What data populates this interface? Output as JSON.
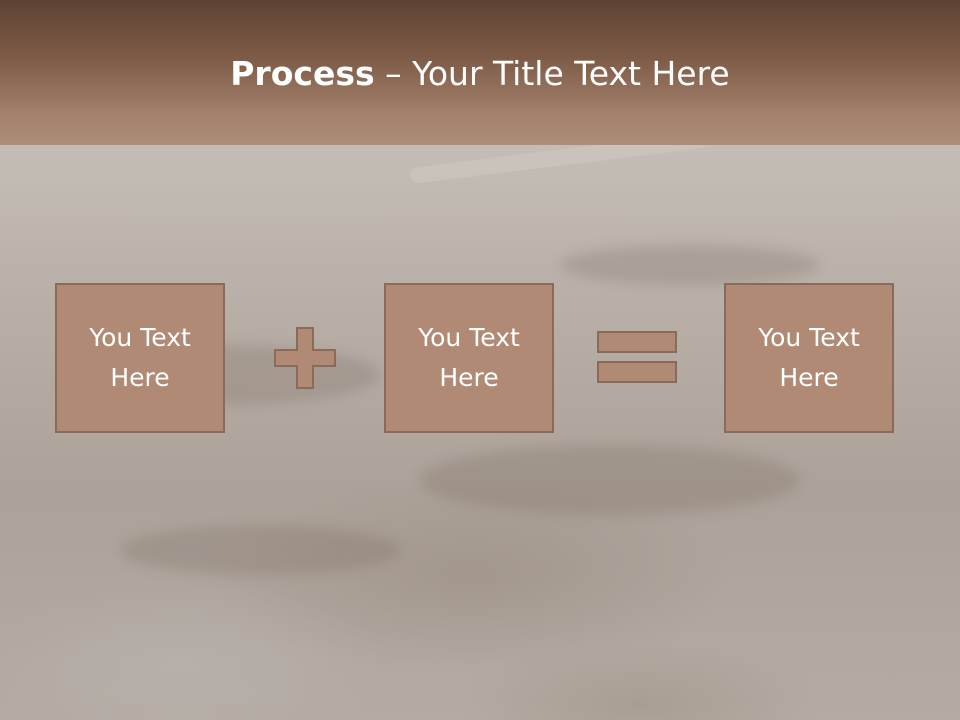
{
  "title": {
    "bold": "Process",
    "rest": " – Your Title Text Here"
  },
  "boxes": [
    {
      "text": "You Text Here"
    },
    {
      "text": "You Text Here"
    },
    {
      "text": "You Text Here"
    }
  ],
  "operators": [
    "plus-icon",
    "equals-icon"
  ],
  "colors": {
    "header_top": "#5d4335",
    "header_bottom": "#ae8d78",
    "box_fill": "#b08a74",
    "box_border": "#8a6a58",
    "text": "#ffffff"
  }
}
